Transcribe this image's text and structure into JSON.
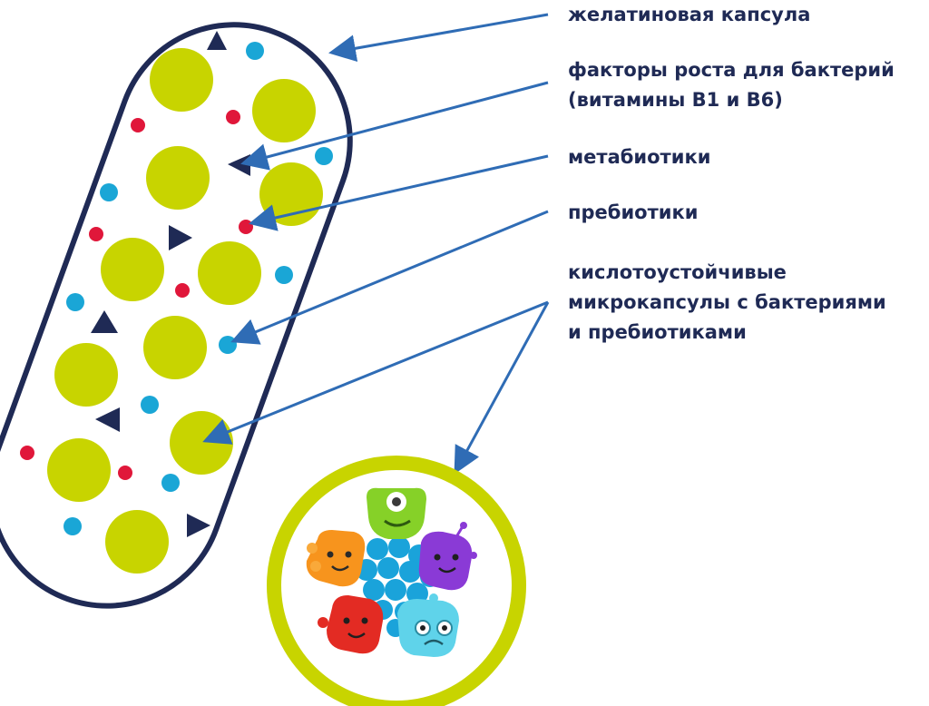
{
  "labels": {
    "gelatin_capsule": "желатиновая капсула",
    "growth_factors": [
      "факторы роста для бактерий",
      "(витамины B1 и B6)"
    ],
    "metabiotics": "метабиотики",
    "prebiotics": "пребиотики",
    "microcapsules": [
      "кислотоустойчивые",
      "микрокапсулы с бактериями",
      "и пребиотиками"
    ]
  },
  "colors": {
    "outline": "#1f2a55",
    "arrow": "#2f6cb5",
    "microcapsule": "#c8d400",
    "prebiotic": "#1aa6d6",
    "metabiotic": "#e0173a",
    "growth_factor": "#1f2a55",
    "bacteria_green": "#86d128",
    "bacteria_orange": "#f7941d",
    "bacteria_purple": "#8a3ad6",
    "bacteria_red": "#e32b23",
    "bacteria_cyan": "#5fd3ea",
    "prebiotic_cluster": "#1aa3da"
  },
  "icons": {
    "growth_factor": "triangle-icon",
    "metabiotic": "red-dot-icon",
    "prebiotic": "blue-dot-icon",
    "microcapsule": "yellow-circle-icon",
    "bacteria": "bacteria-character-icon"
  }
}
